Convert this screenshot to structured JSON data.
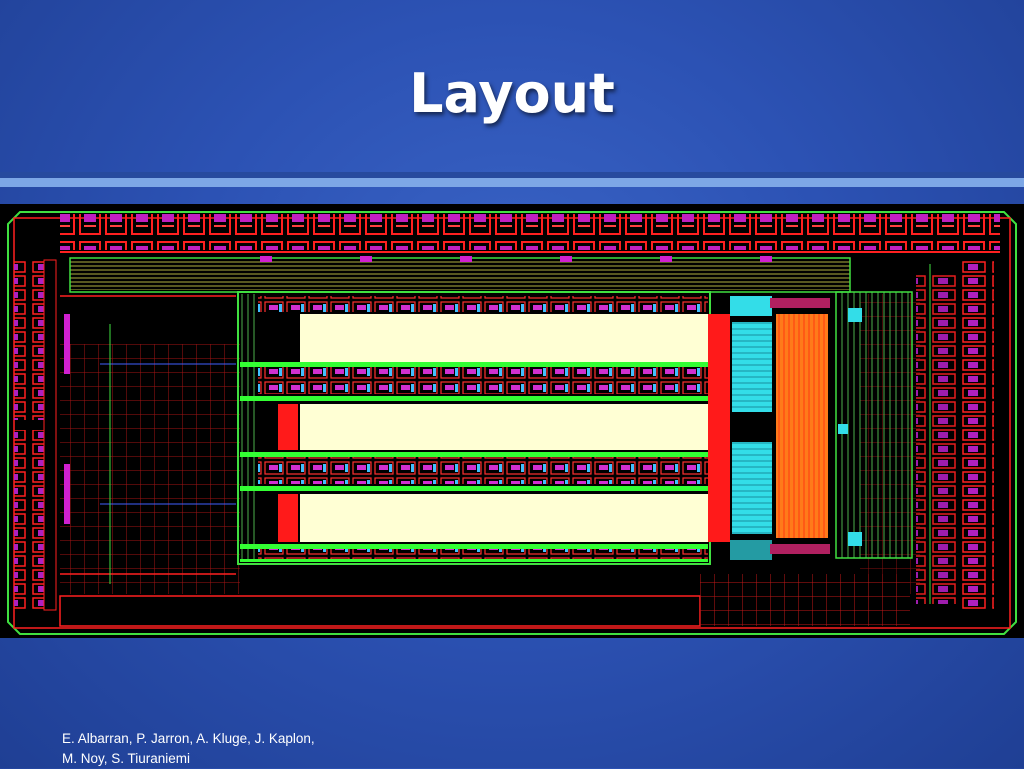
{
  "slide": {
    "title": "Layout",
    "credits": {
      "line1": "E. Albarran, P. Jarron, A. Kluge, J. Kaplon,",
      "line2": "M. Noy, S. Tiuraniemi"
    }
  },
  "figure": {
    "content": "chip-layout",
    "colors": {
      "background": "#000000",
      "metal_red": "#ff1a1a",
      "metal_green": "#33ff33",
      "poly_magenta": "#d020d0",
      "memory_block": "#ffffd0",
      "cyan_block": "#33e0e8",
      "orange_block": "#ff7a1a",
      "olive": "#b0b040"
    }
  }
}
